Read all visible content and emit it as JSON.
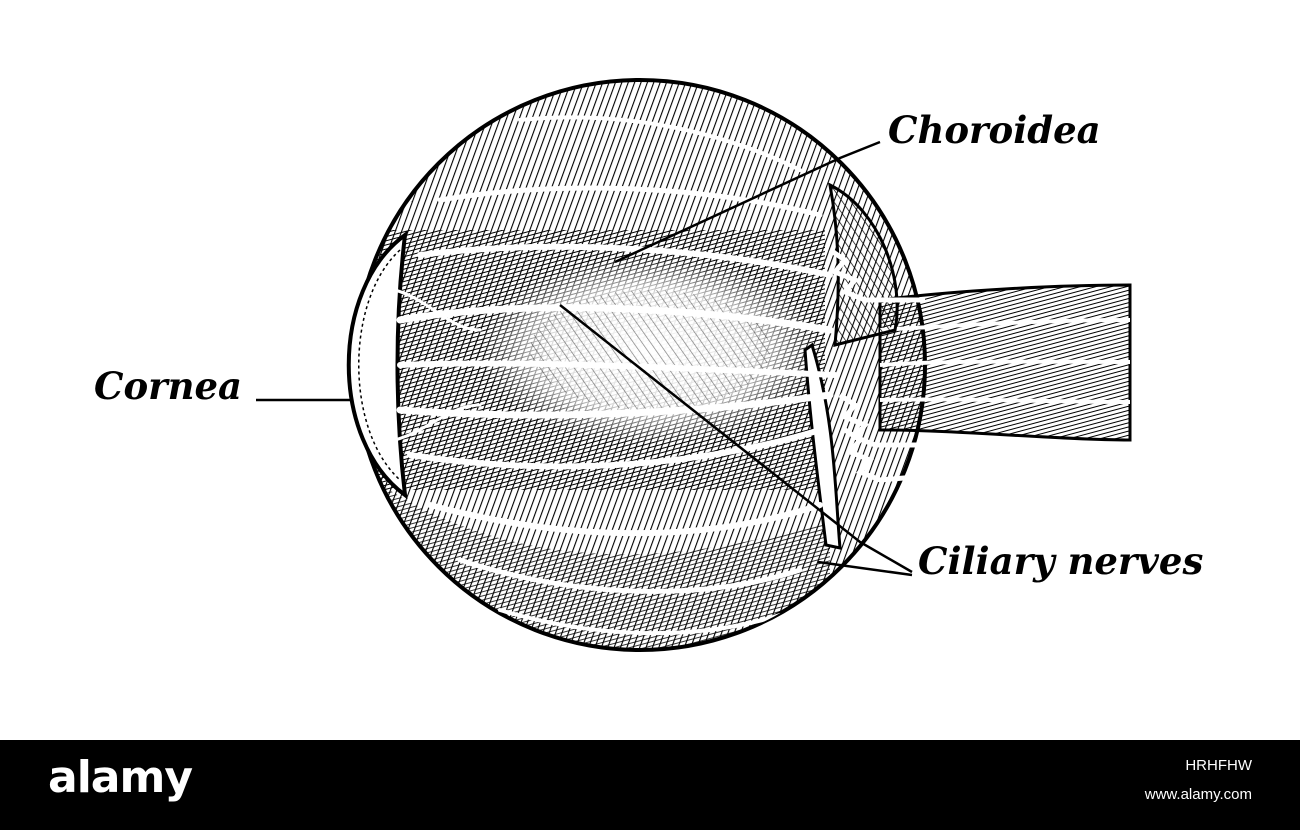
{
  "diagram": {
    "labels": {
      "choroidea": "Choroidea",
      "cornea": "Cornea",
      "ciliary_nerves": "Ciliary nerves"
    },
    "colors": {
      "ink": "#000000",
      "paper": "#ffffff"
    }
  },
  "footer": {
    "brand": "alamy",
    "image_id": "HRHFHW",
    "url": "www.alamy.com",
    "background": "#000000",
    "text_color": "#ffffff"
  }
}
